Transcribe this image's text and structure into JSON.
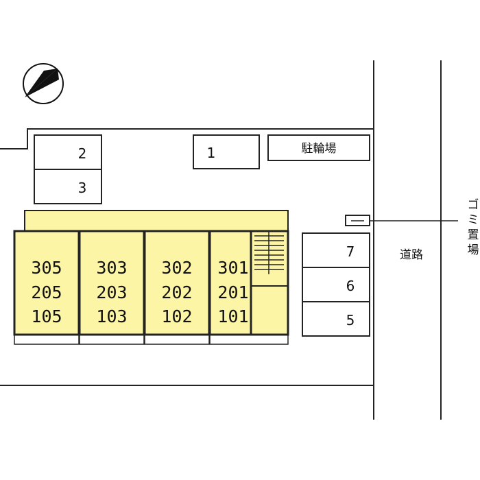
{
  "compass": {
    "icon": "north-arrow-icon"
  },
  "parking": [
    {
      "id": "2",
      "label": "2"
    },
    {
      "id": "3",
      "label": "3"
    },
    {
      "id": "1",
      "label": "1"
    },
    {
      "id": "7",
      "label": "7"
    },
    {
      "id": "6",
      "label": "6"
    },
    {
      "id": "5",
      "label": "5"
    }
  ],
  "bicycle_parking": {
    "label": "駐輪場"
  },
  "garbage": {
    "label": "ゴミ置場"
  },
  "road": {
    "label": "道路"
  },
  "building": {
    "color": "#fdf5a6",
    "columns": [
      {
        "units": [
          "305",
          "205",
          "105"
        ]
      },
      {
        "units": [
          "303",
          "203",
          "103"
        ]
      },
      {
        "units": [
          "302",
          "202",
          "102"
        ]
      },
      {
        "units": [
          "301",
          "201",
          "101"
        ]
      }
    ]
  }
}
